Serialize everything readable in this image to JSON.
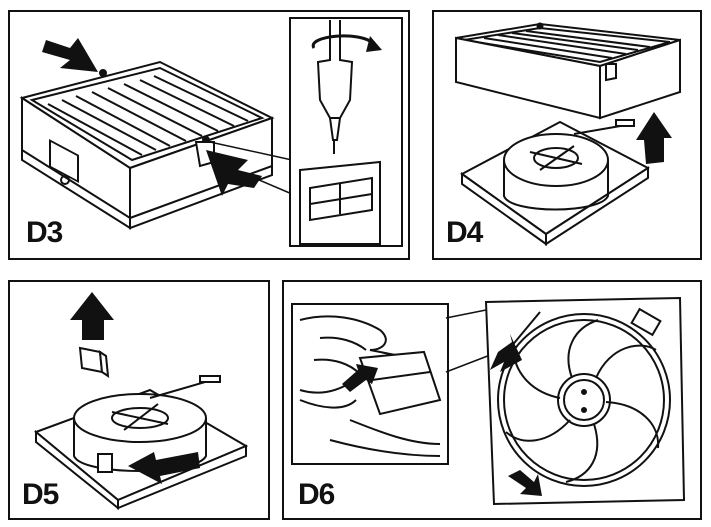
{
  "panels": [
    {
      "id": "D3",
      "label": "D3"
    },
    {
      "id": "D4",
      "label": "D4"
    },
    {
      "id": "D5",
      "label": "D5"
    },
    {
      "id": "D6",
      "label": "D6"
    }
  ],
  "colors": {
    "ink": "#111111",
    "paper": "#ffffff",
    "shade": "#cccccc"
  }
}
